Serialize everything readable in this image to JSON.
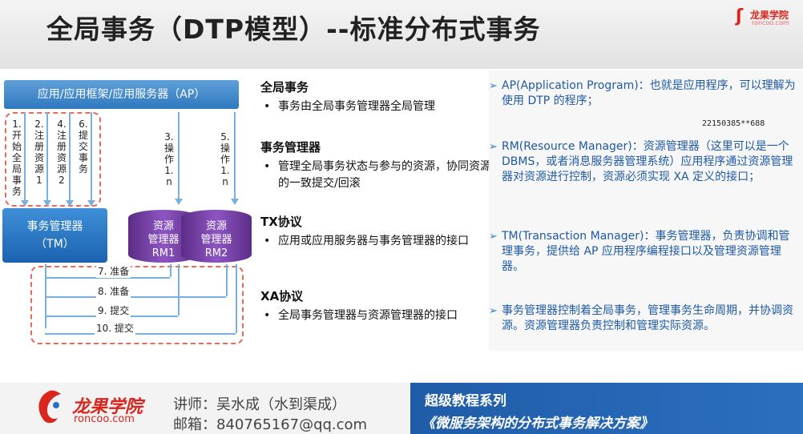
{
  "title": "全局事务（DTP模型）--标准分布式事务",
  "logo_top": {
    "cn": "龙果学院",
    "en": "roncoo.com"
  },
  "diagram": {
    "ap": "应用/应用框架/应用服务器（AP）",
    "tm_line1": "事务管理器",
    "tm_line2": "（TM）",
    "rm1_line1": "资源",
    "rm1_line2": "管理器",
    "rm1_line3": "RM1",
    "rm2_line1": "资源",
    "rm2_line2": "管理器",
    "rm2_line3": "RM2",
    "v1": "1.开始全局事务",
    "v2": "2.注册资源1",
    "v4": "4.注册资源2",
    "v6": "6.提交事务",
    "v3": "3.操作1.n",
    "v5": "5.操作1.n",
    "h7": "7. 准备",
    "h8": "8. 准备",
    "h9": "9. 提交",
    "h10": "10. 提交"
  },
  "middle": [
    {
      "heading": "全局事务",
      "bullet": "事务由全局事务管理器全局管理"
    },
    {
      "heading": "事务管理器",
      "bullet": "管理全局事务状态与参与的资源，协同资源的一致提交/回滚"
    },
    {
      "heading": "TX协议",
      "bullet": "应用或应用服务器与事务管理器的接口"
    },
    {
      "heading": "XA协议",
      "bullet": "全局事务管理器与资源管理器的接口"
    }
  ],
  "right": [
    "AP(Application Program)：也就是应用程序，可以理解为使用 DTP 的程序；",
    "RM(Resource Manager)：资源管理器（这里可以是一个 DBMS，或者消息服务器管理系统）应用程序通过资源管理器对资源进行控制，资源必须实现 XA 定义的接口；",
    "TM(Transaction Manager)：事务管理器，负责协调和管理事务，提供给 AP 应用程序编程接口以及管理资源管理器。",
    "事务管理器控制着全局事务，管理事务生命周期，并协调资源。资源管理器负责控制和管理实际资源。"
  ],
  "note": "22150385**688",
  "footer": {
    "logo_cn": "龙果学院",
    "logo_en": "roncoo.com",
    "lecturer": "讲师：吴水成（水到渠成）",
    "email": "邮箱：840765167@qq.com",
    "series": "超级教程系列",
    "course": "《微服务架构的分布式事务解决方案》"
  },
  "colors": {
    "accent": "#2b6fbf",
    "rm": "#7a45b0",
    "dash": "#e36b5a",
    "text_blue": "#1e5aa5"
  }
}
